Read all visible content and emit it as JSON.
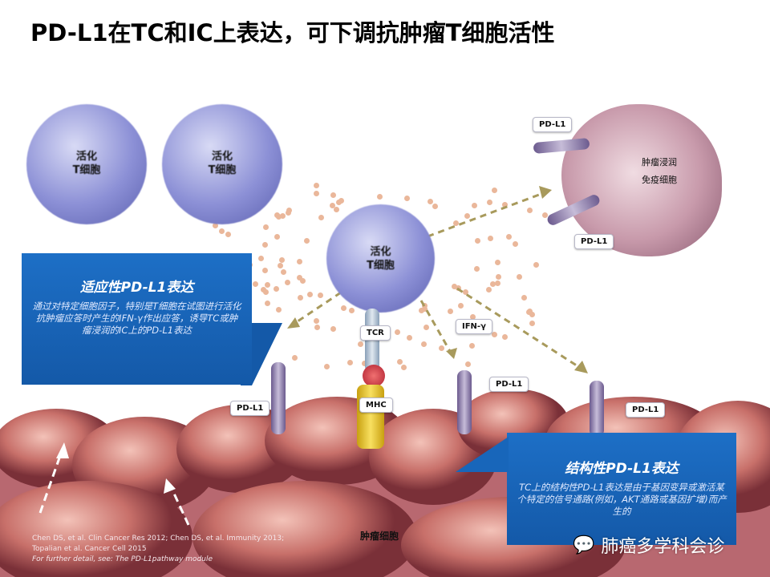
{
  "title": "PD-L1在TC和IC上表达，可下调抗肿瘤T细胞活性",
  "cells": {
    "activated_t_cell": "活化\nT细胞",
    "immune_cell": "肿瘤浸润\n免疫细胞",
    "tumor_cell": "肿瘤细胞"
  },
  "labels": {
    "pdl1": "PD-L1",
    "tcr": "TCR",
    "mhc": "MHC",
    "ifn": "IFN-γ"
  },
  "adaptive": {
    "heading": "适应性PD-L1表达",
    "body": "通过对特定细胞因子，特别是T细胞在试图进行活化抗肿瘤应答时产生的IFN-γ作出应答，诱导TC或肿瘤浸润的IC上的PD-L1表达"
  },
  "constitutive": {
    "heading": "结构性PD-L1表达",
    "body": "TC上的结构性PD-L1表达是由于基因变异或激活某个特定的信号通路(例如，AKT通路或基因扩增)而产生的"
  },
  "references": [
    "Chen DS, et al. Clin Cancer Res 2012; Chen DS, et al. Immunity 2013;",
    "Topalian et al. Cancer Cell 2015",
    "For further detail, see: The PD-L1pathway module"
  ],
  "watermark": "肺癌多学科会诊",
  "colors": {
    "box": "#1a65b8",
    "arrow": "#a89a5c"
  }
}
